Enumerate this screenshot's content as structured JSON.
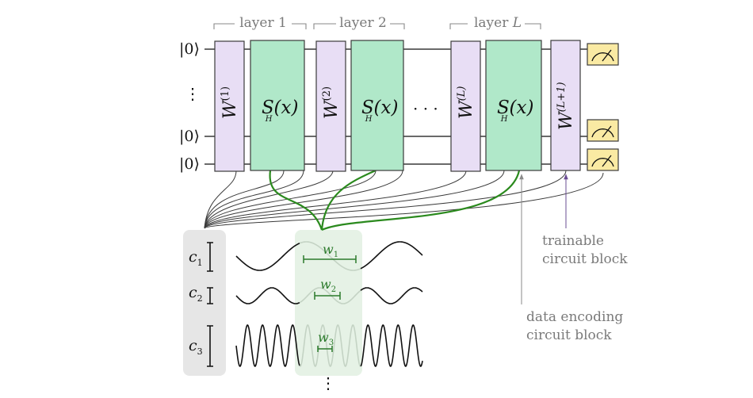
{
  "layers": {
    "layer1": "layer 1",
    "layer2": "layer 2",
    "layerL_prefix": "layer ",
    "layerL_var": "L"
  },
  "qubits": {
    "ket_top": "|0⟩",
    "ket_mid": "|0⟩",
    "ket_bot": "|0⟩",
    "vdots": "⋮"
  },
  "gates": {
    "w1": {
      "base": "W",
      "sup": "(1)"
    },
    "w2": {
      "base": "W",
      "sup": "(2)"
    },
    "wL": {
      "base": "W",
      "sup": "(L)"
    },
    "wL1": {
      "base": "W",
      "sup": "(L+1)"
    },
    "s_base": "S",
    "s_sub": "H",
    "s_arg": "(x)",
    "hdots": "· · ·"
  },
  "annotations": {
    "trainable_line1": "trainable",
    "trainable_line2": "circuit block",
    "encoding_line1": "data encoding",
    "encoding_line2": "circuit block"
  },
  "coefficients": {
    "c1": {
      "base": "c",
      "sub": "1"
    },
    "c2": {
      "base": "c",
      "sub": "2"
    },
    "c3": {
      "base": "c",
      "sub": "3"
    },
    "w1": {
      "base": "w",
      "sub": "1"
    },
    "w2": {
      "base": "w",
      "sub": "2"
    },
    "w3": {
      "base": "w",
      "sub": "3"
    },
    "bottom_vdots": "⋮"
  },
  "colors": {
    "trainable_fill": "#e8def5",
    "trainable_stroke": "#3b3b3b",
    "encoding_fill": "#b0e8c9",
    "measure_fill": "#faeaa3",
    "green_accent": "#2b8a1e",
    "gray_panel": "#e6e6e6",
    "green_panel": "#e6f2e6",
    "annotation_gray": "#7a7a7a",
    "arrow_purple": "#6a4c93"
  }
}
